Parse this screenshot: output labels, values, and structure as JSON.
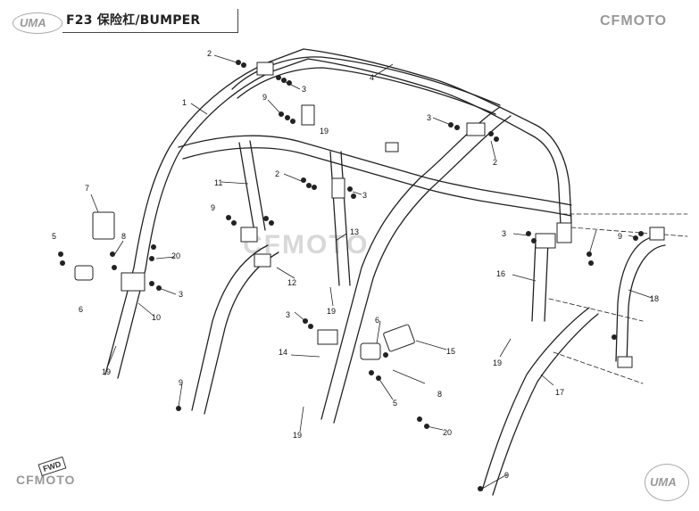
{
  "header": {
    "title": "F23 保险杠/BUMPER"
  },
  "brands": {
    "top_left": "UMA",
    "top_right": "CFMOTO",
    "bottom_left": "CFMOTO",
    "bottom_right": "UMA",
    "watermark": "CFMOTO"
  },
  "fwd_label": "FWD",
  "callouts": [
    "1",
    "2",
    "2",
    "2",
    "3",
    "3",
    "3",
    "3",
    "3",
    "3",
    "4",
    "5",
    "5",
    "6",
    "6",
    "7",
    "8",
    "8",
    "9",
    "9",
    "9",
    "9",
    "9",
    "10",
    "11",
    "12",
    "13",
    "14",
    "15",
    "16",
    "17",
    "18",
    "19",
    "19",
    "19",
    "19",
    "19",
    "20",
    "20"
  ]
}
